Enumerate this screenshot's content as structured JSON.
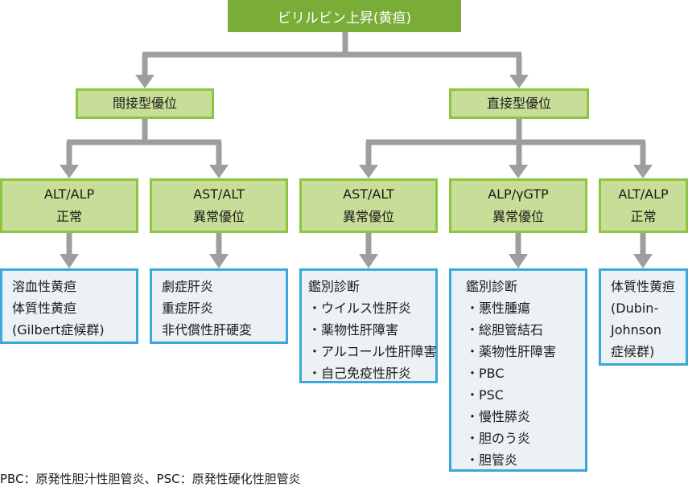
{
  "root": {
    "label": "ビリルビン上昇(黄疸)"
  },
  "level2": [
    {
      "label": "間接型優位"
    },
    {
      "label": "直接型優位"
    }
  ],
  "level3": [
    {
      "line1": "ALT/ALP",
      "line2": "正常"
    },
    {
      "line1": "AST/ALT",
      "line2": "異常優位"
    },
    {
      "line1": "AST/ALT",
      "line2": "異常優位"
    },
    {
      "line1": "ALP/γGTP",
      "line2": "異常優位"
    },
    {
      "line1": "ALT/ALP",
      "line2": "正常"
    }
  ],
  "results": [
    {
      "lines": [
        "溶血性黄疸",
        "体質性黄疸",
        "(Gilbert症候群)"
      ]
    },
    {
      "lines": [
        "劇症肝炎",
        "重症肝炎",
        "非代償性肝硬変"
      ]
    },
    {
      "lines": [
        "鑑別診断",
        "・ウイルス性肝炎",
        "・薬物性肝障害",
        "・アルコール性肝障害",
        "・自己免疫性肝炎"
      ]
    },
    {
      "lines": [
        "鑑別診断",
        "・悪性腫瘍",
        "・総胆管結石",
        "・薬物性肝障害",
        "・PBC",
        "・PSC",
        "・慢性膵炎",
        "・胆のう炎",
        "・胆管炎"
      ]
    },
    {
      "lines": [
        "体質性黄疸",
        "(Dubin-",
        "Johnson",
        "症候群)"
      ]
    }
  ],
  "footnote": "PBC：原発性胆汁性胆管炎、PSC：原発性硬化性胆管炎",
  "colors": {
    "root_fill": "#7aac38",
    "node_fill": "#c8de98",
    "node_border": "#8cc63f",
    "result_fill": "#ebf1f4",
    "result_border": "#3aa8da",
    "connector": "#9e9e9e"
  }
}
